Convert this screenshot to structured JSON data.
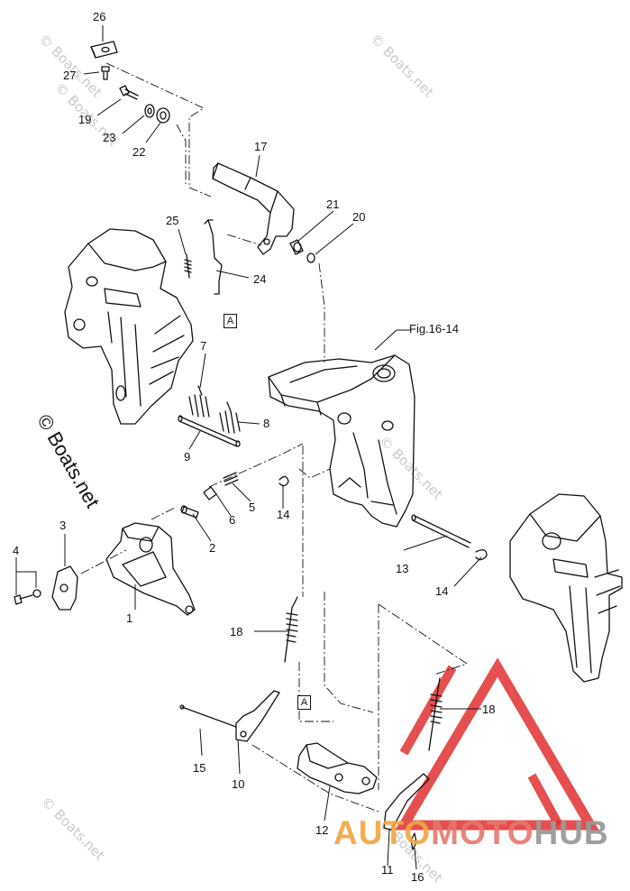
{
  "diagram": {
    "ref_label": "Fig.16-14",
    "box_label": "A",
    "callouts": [
      "26",
      "27",
      "19",
      "23",
      "22",
      "17",
      "21",
      "20",
      "25",
      "24",
      "7",
      "8",
      "9",
      "5",
      "6",
      "14",
      "2",
      "3",
      "4",
      "1",
      "13",
      "14",
      "18",
      "15",
      "10",
      "12",
      "11",
      "16",
      "18"
    ]
  },
  "watermark": {
    "text": "© Boats.net",
    "left_text": "© Boats.net"
  },
  "brand": {
    "part1": "AUTO",
    "part2": "MOTO",
    "part3": "HUB",
    "accent_color": "#e03030",
    "accent2_color": "#f2a640",
    "gray_color": "#9a9a9a"
  }
}
